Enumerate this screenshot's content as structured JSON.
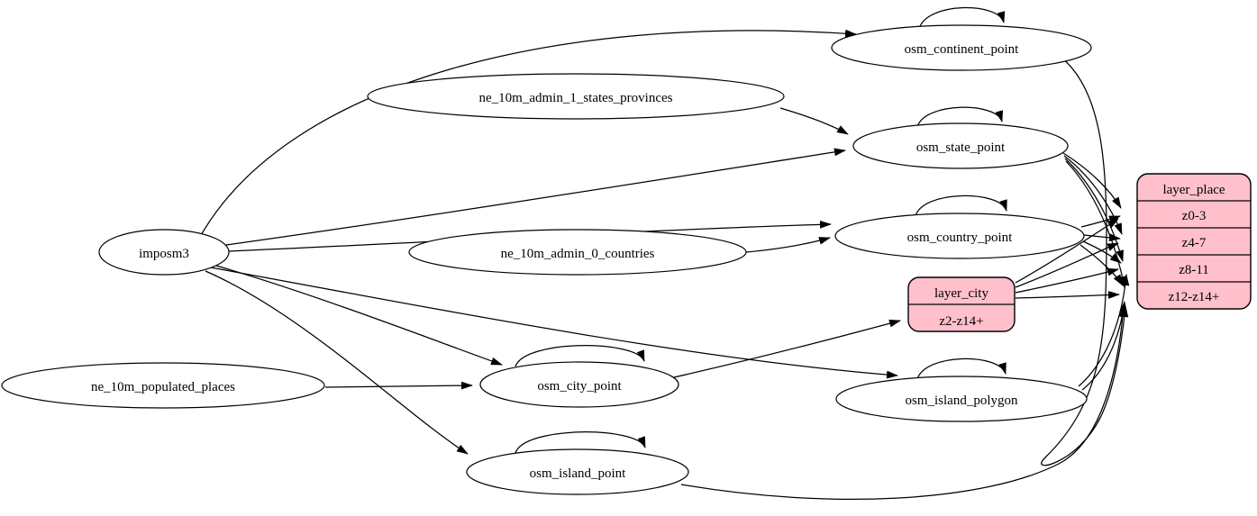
{
  "diagram": {
    "kind": "graphviz-etl-flow",
    "background_color": "#ffffff",
    "edge_color": "#000000",
    "node_fill_color": "#ffffff",
    "record_fill_color": "#ffc0cb",
    "nodes": {
      "imposm3": {
        "label": "imposm3"
      },
      "ne_10m_admin_1_states_provinces": {
        "label": "ne_10m_admin_1_states_provinces"
      },
      "ne_10m_admin_0_countries": {
        "label": "ne_10m_admin_0_countries"
      },
      "ne_10m_populated_places": {
        "label": "ne_10m_populated_places"
      },
      "osm_continent_point": {
        "label": "osm_continent_point"
      },
      "osm_state_point": {
        "label": "osm_state_point"
      },
      "osm_country_point": {
        "label": "osm_country_point"
      },
      "osm_city_point": {
        "label": "osm_city_point"
      },
      "osm_island_polygon": {
        "label": "osm_island_polygon"
      },
      "osm_island_point": {
        "label": "osm_island_point"
      }
    },
    "records": {
      "layer_city": {
        "title": "layer_city",
        "rows": [
          "z2-z14+"
        ]
      },
      "layer_place": {
        "title": "layer_place",
        "rows": [
          "z0-3",
          "z4-7",
          "z8-11",
          "z12-z14+"
        ]
      }
    },
    "edges": [
      {
        "from": "imposm3",
        "to": "osm_continent_point"
      },
      {
        "from": "imposm3",
        "to": "osm_state_point"
      },
      {
        "from": "imposm3",
        "to": "osm_country_point"
      },
      {
        "from": "imposm3",
        "to": "osm_city_point"
      },
      {
        "from": "imposm3",
        "to": "osm_island_polygon"
      },
      {
        "from": "imposm3",
        "to": "osm_island_point"
      },
      {
        "from": "ne_10m_admin_1_states_provinces",
        "to": "osm_state_point"
      },
      {
        "from": "ne_10m_admin_0_countries",
        "to": "osm_country_point"
      },
      {
        "from": "ne_10m_populated_places",
        "to": "osm_city_point"
      },
      {
        "from": "osm_continent_point",
        "to": "osm_continent_point"
      },
      {
        "from": "osm_state_point",
        "to": "osm_state_point"
      },
      {
        "from": "osm_country_point",
        "to": "osm_country_point"
      },
      {
        "from": "osm_city_point",
        "to": "osm_city_point"
      },
      {
        "from": "osm_island_polygon",
        "to": "osm_island_polygon"
      },
      {
        "from": "osm_island_point",
        "to": "osm_island_point"
      },
      {
        "from": "osm_city_point",
        "to": "layer_city:z2-z14+"
      },
      {
        "from": "osm_continent_point",
        "to": "layer_place:z12-z14+"
      },
      {
        "from": "osm_state_point",
        "to": "layer_place:z0-3"
      },
      {
        "from": "osm_state_point",
        "to": "layer_place:z4-7"
      },
      {
        "from": "osm_state_point",
        "to": "layer_place:z8-11"
      },
      {
        "from": "osm_state_point",
        "to": "layer_place:z12-z14+"
      },
      {
        "from": "osm_country_point",
        "to": "layer_place:z0-3"
      },
      {
        "from": "osm_country_point",
        "to": "layer_place:z4-7"
      },
      {
        "from": "osm_country_point",
        "to": "layer_place:z8-11"
      },
      {
        "from": "osm_country_point",
        "to": "layer_place:z12-z14+"
      },
      {
        "from": "layer_city",
        "to": "layer_place:z0-3"
      },
      {
        "from": "layer_city",
        "to": "layer_place:z4-7"
      },
      {
        "from": "layer_city",
        "to": "layer_place:z8-11"
      },
      {
        "from": "layer_city",
        "to": "layer_place:z12-z14+"
      },
      {
        "from": "osm_island_polygon",
        "to": "layer_place:z8-11"
      },
      {
        "from": "osm_island_polygon",
        "to": "layer_place:z12-z14+"
      },
      {
        "from": "osm_island_point",
        "to": "layer_place:z12-z14+"
      }
    ]
  }
}
